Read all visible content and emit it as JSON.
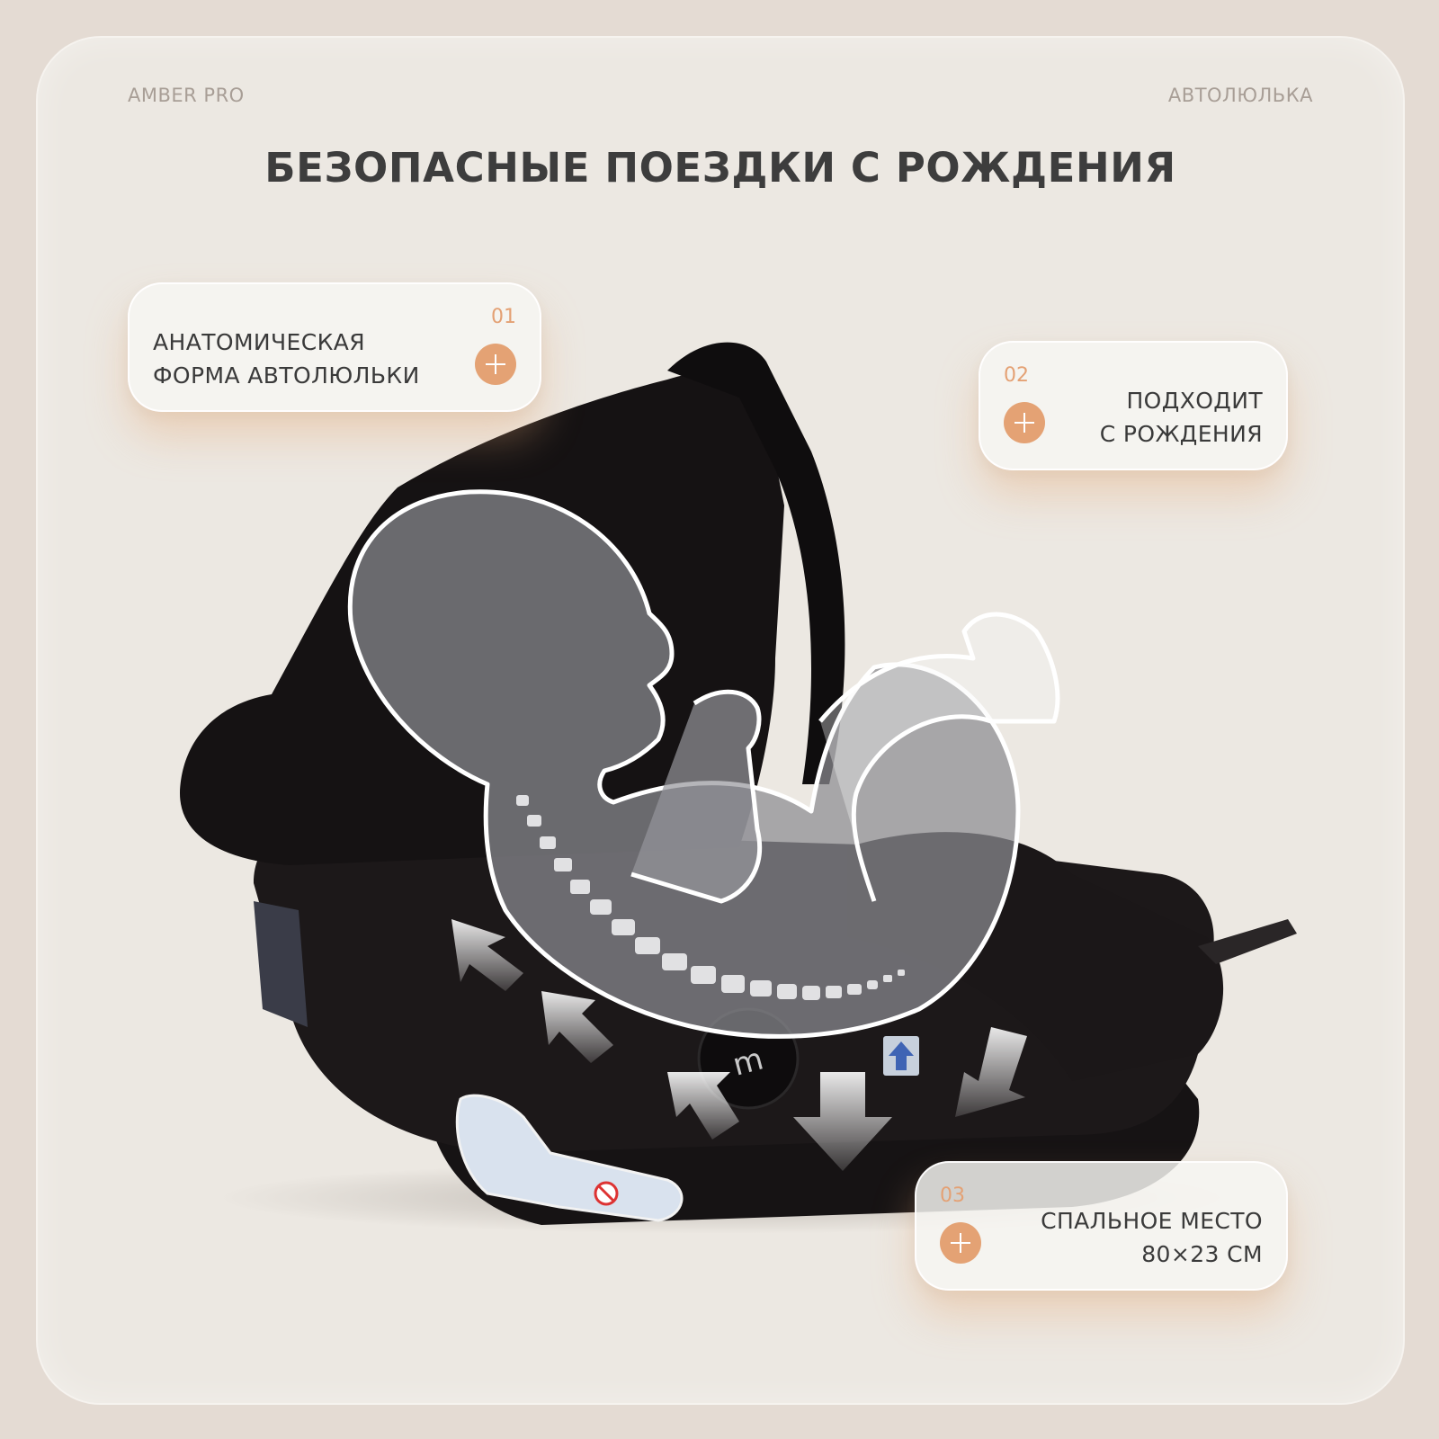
{
  "header": {
    "brand": "AMBER PRO",
    "category": "АВТОЛЮЛЬКА",
    "title": "БЕЗОПАСНЫЕ ПОЕЗДКИ С РОЖДЕНИЯ"
  },
  "features": [
    {
      "number": "01",
      "lines": [
        "АНАТОМИЧЕСКАЯ",
        "ФОРМА АВТОЛЮЛЬКИ"
      ],
      "icon": "plus-icon"
    },
    {
      "number": "02",
      "lines": [
        "ПОДХОДИТ",
        "С РОЖДЕНИЯ"
      ],
      "icon": "plus-icon"
    },
    {
      "number": "03",
      "lines": [
        "СПАЛЬНОЕ МЕСТО",
        "80×23 СМ"
      ],
      "icon": "plus-icon"
    }
  ],
  "colors": {
    "accent": "#e4a274",
    "title": "#3d3d3d",
    "muted": "#a89e96",
    "background": "#ece8e2",
    "product": "#1b1718"
  }
}
